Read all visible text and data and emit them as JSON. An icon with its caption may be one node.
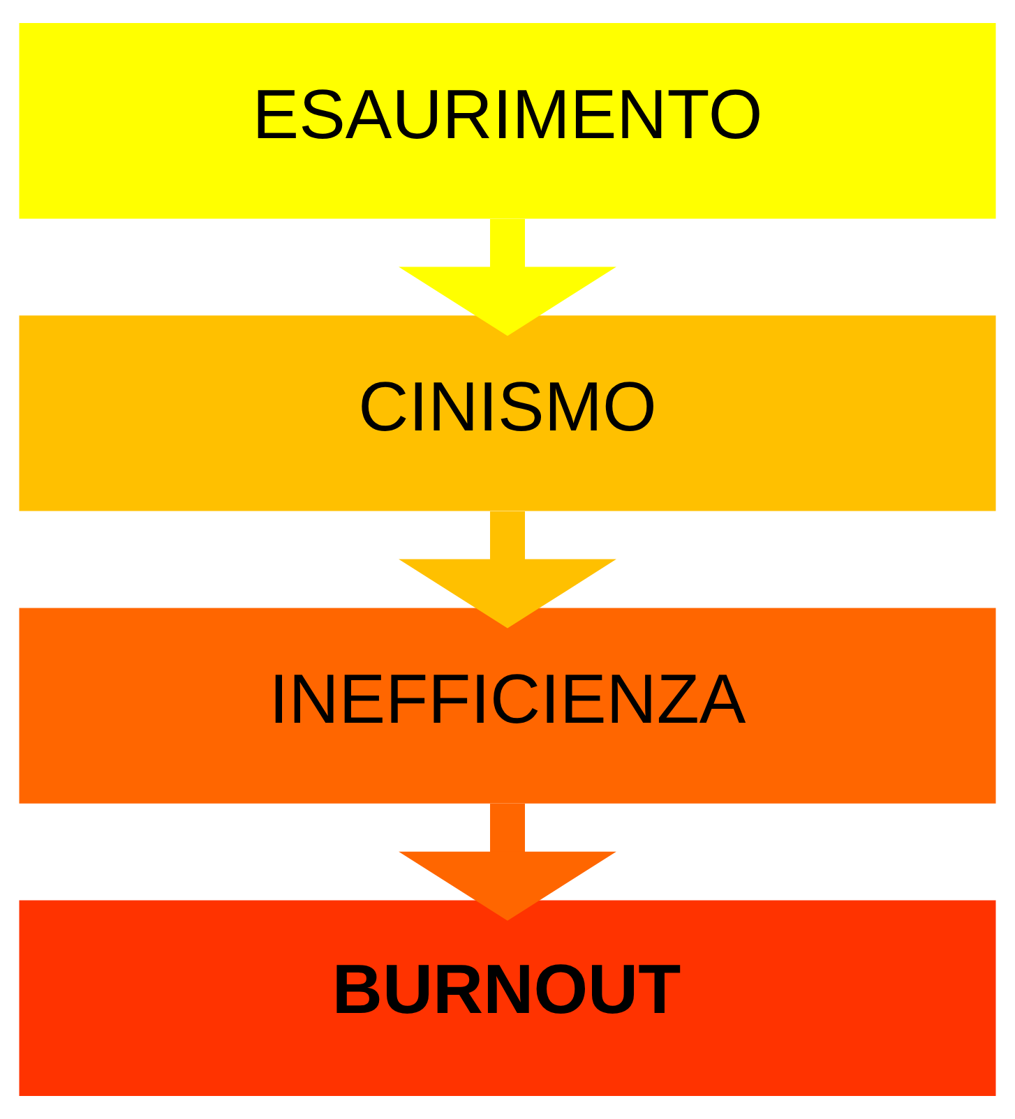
{
  "diagram": {
    "nodes": [
      {
        "text": [
          "ESAURIMENTO"
        ]
      },
      {
        "text": [
          "CINISMO"
        ]
      },
      {
        "text": [
          "INEFFICIENZA"
        ]
      },
      {
        "text": [
          "BURNOUT"
        ]
      }
    ],
    "edges": [
      {
        "from": 0,
        "to": 1,
        "arrow": "to",
        "color": "#ffff00"
      },
      {
        "from": 1,
        "to": 2,
        "arrow": "to",
        "color": "#ffc000"
      },
      {
        "from": 2,
        "to": 3,
        "arrow": "to",
        "color": "#ff6600"
      }
    ]
  }
}
